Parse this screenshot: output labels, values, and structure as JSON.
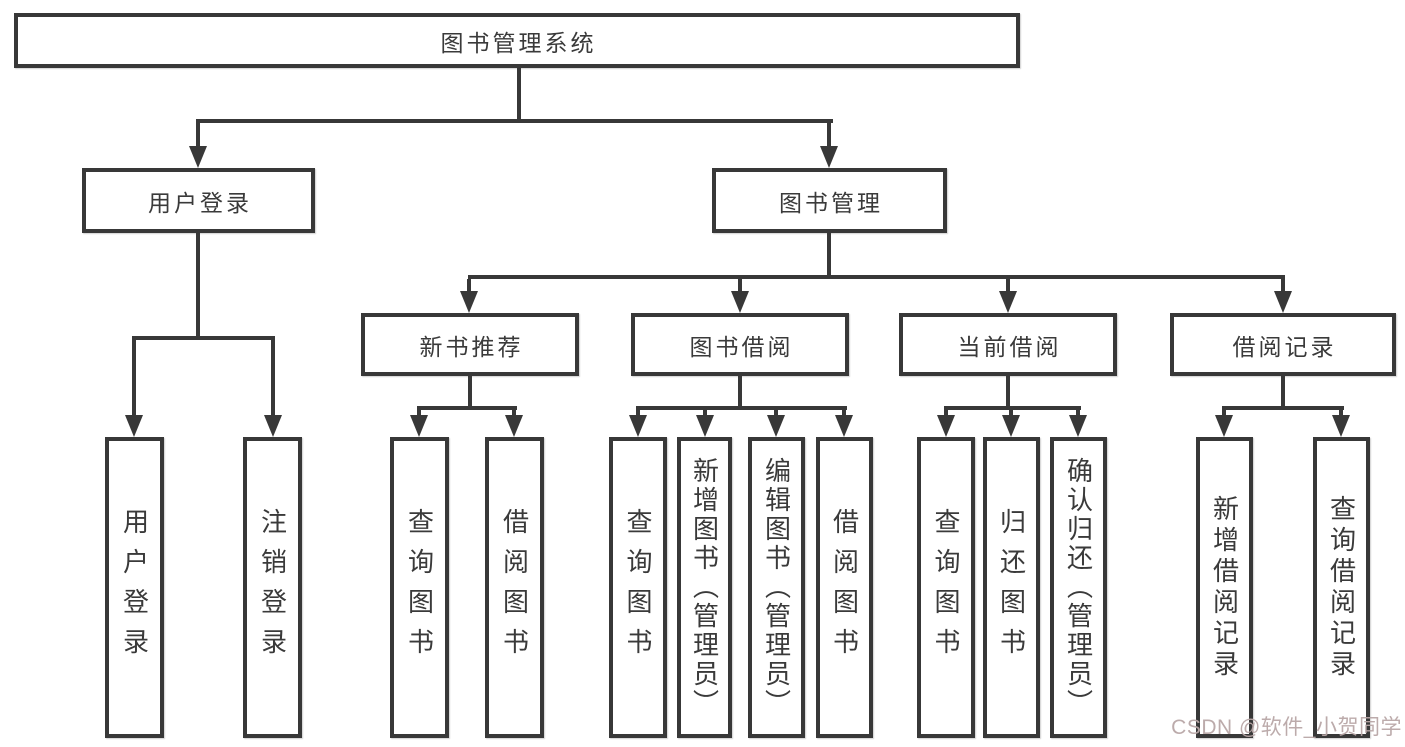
{
  "tree": {
    "root": {
      "label": "图书管理系统"
    },
    "branches": [
      {
        "label": "用户登录",
        "children": [
          {
            "label": "用户登录"
          },
          {
            "label": "注销登录"
          }
        ]
      },
      {
        "label": "图书管理",
        "children": [
          {
            "label": "新书推荐",
            "children": [
              {
                "label": "查询图书"
              },
              {
                "label": "借阅图书"
              }
            ]
          },
          {
            "label": "图书借阅",
            "children": [
              {
                "label": "查询图书"
              },
              {
                "label": "新增图书（管理员）"
              },
              {
                "label": "编辑图书（管理员）"
              },
              {
                "label": "借阅图书"
              }
            ]
          },
          {
            "label": "当前借阅",
            "children": [
              {
                "label": "查询图书"
              },
              {
                "label": "归还图书"
              },
              {
                "label": "确认归还（管理员）"
              }
            ]
          },
          {
            "label": "借阅记录",
            "children": [
              {
                "label": "新增借阅记录"
              },
              {
                "label": "查询借阅记录"
              }
            ]
          }
        ]
      }
    ]
  },
  "watermark": {
    "text": "CSDN @软件_小贺同学"
  },
  "colors": {
    "stroke": "#383838",
    "text": "#3a3a3a",
    "background": "#ffffff",
    "watermark": "#b9a7a7"
  }
}
